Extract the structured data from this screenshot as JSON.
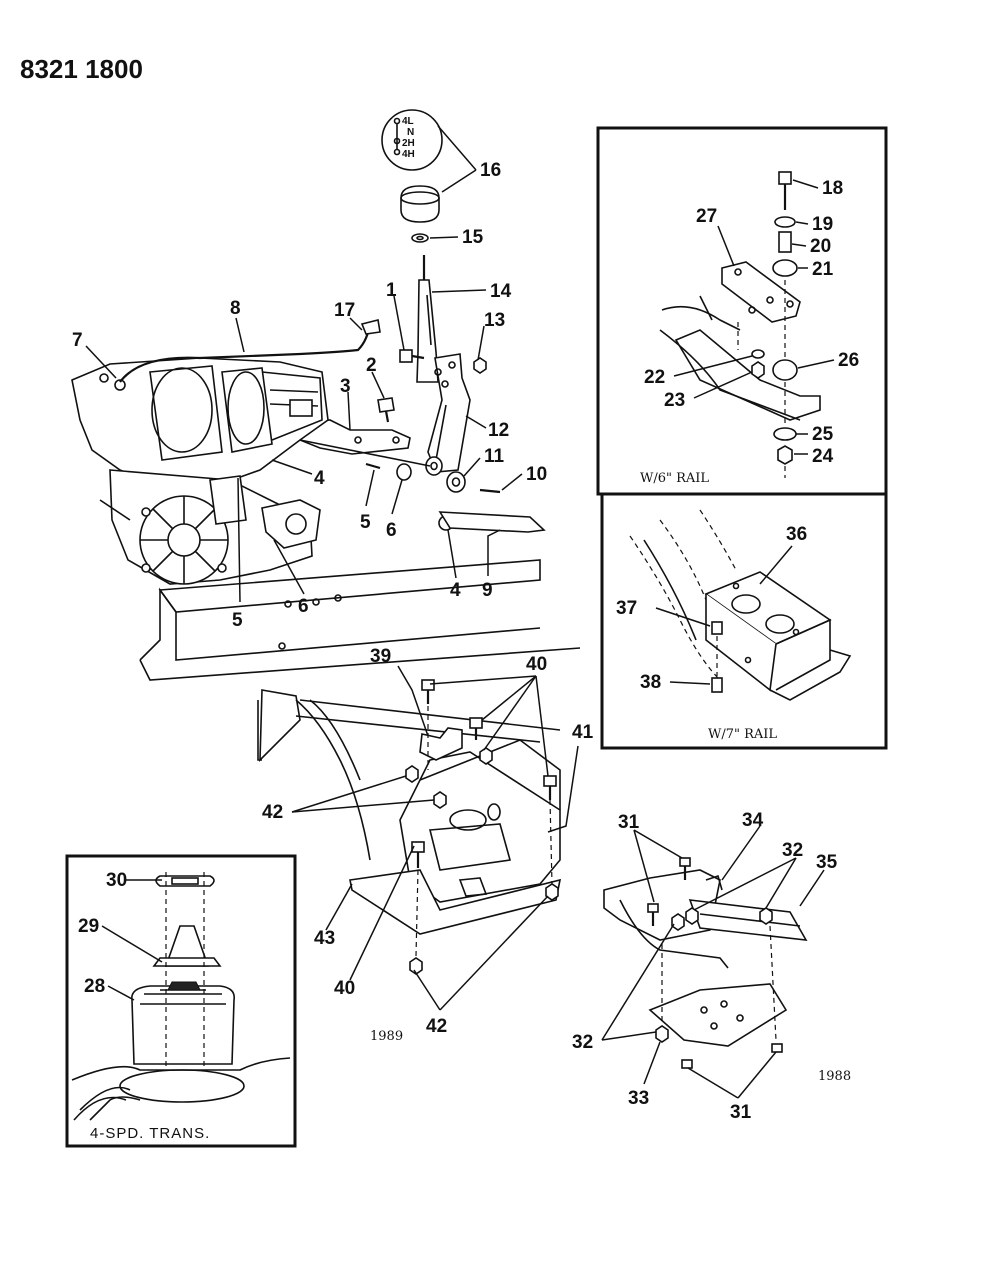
{
  "header": {
    "part_number": "8321 1800"
  },
  "shift_pattern": [
    "4L",
    "N",
    "2H",
    "4H"
  ],
  "insets": {
    "six_inch_rail": "W/6\" RAIL",
    "seven_inch_rail": "W/7\" RAIL",
    "four_speed": "4-SPD. TRANS."
  },
  "years": {
    "left": "1989",
    "right": "1988"
  },
  "callouts": {
    "c1": "1",
    "c2": "2",
    "c3": "3",
    "c4a": "4",
    "c4b": "4",
    "c5a": "5",
    "c5b": "5",
    "c6a": "6",
    "c6b": "6",
    "c7": "7",
    "c8": "8",
    "c9": "9",
    "c10": "10",
    "c11": "11",
    "c12": "12",
    "c13": "13",
    "c14": "14",
    "c15": "15",
    "c16": "16",
    "c17": "17",
    "c18": "18",
    "c19": "19",
    "c20": "20",
    "c21": "21",
    "c22": "22",
    "c23": "23",
    "c24": "24",
    "c25": "25",
    "c26": "26",
    "c27": "27",
    "c28": "28",
    "c29": "29",
    "c30": "30",
    "c31a": "31",
    "c31b": "31",
    "c32a": "32",
    "c32b": "32",
    "c33": "33",
    "c34": "34",
    "c35": "35",
    "c36": "36",
    "c37": "37",
    "c38": "38",
    "c39": "39",
    "c40a": "40",
    "c40b": "40",
    "c41": "41",
    "c42a": "42",
    "c42b": "42",
    "c43": "43"
  }
}
